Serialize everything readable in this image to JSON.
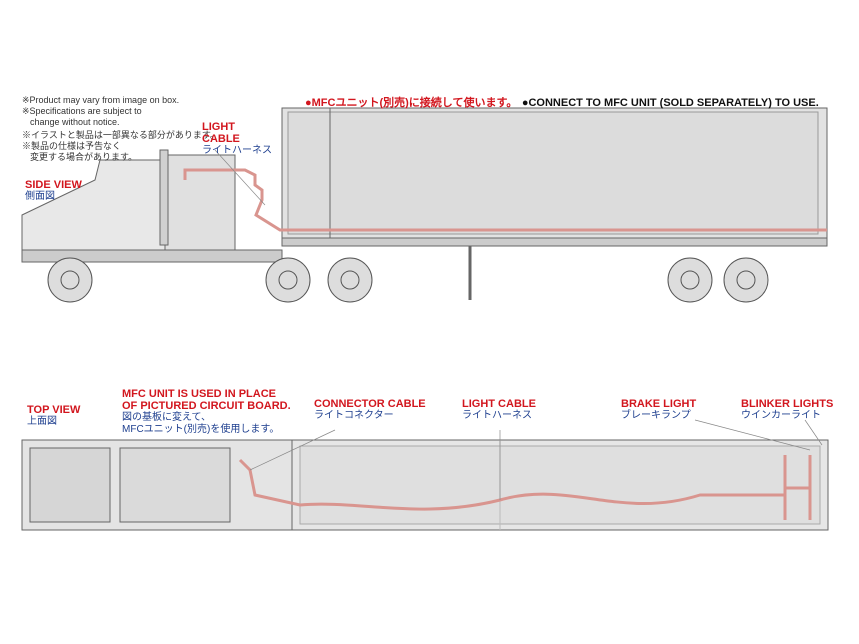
{
  "notes": [
    "※Product may vary from image on box.",
    "※Specifications are subject to",
    "change without notice.",
    "※イラストと製品は一部異なる部分があります。",
    "※製品の仕様は予告なく",
    "変更する場合があります。"
  ],
  "header": {
    "jp": "●MFCユニット(別売)に接続して使います。",
    "en": "●CONNECT TO MFC UNIT (SOLD SEPARATELY) TO USE."
  },
  "side_view": {
    "title_en": "SIDE VIEW",
    "title_jp": "側面図",
    "light_cable_en_1": "LIGHT",
    "light_cable_en_2": "CABLE",
    "light_cable_jp": "ライトハーネス"
  },
  "top_view": {
    "title_en": "TOP VIEW",
    "title_jp": "上面図",
    "mfc_en_1": "MFC UNIT IS USED IN PLACE",
    "mfc_en_2": "OF PICTURED CIRCUIT BOARD.",
    "mfc_jp_1": "図の基板に変えて、",
    "mfc_jp_2": "MFCユニット(別売)を使用します。",
    "connector_en": "CONNECTOR CABLE",
    "connector_jp": "ライトコネクター",
    "light_cable_en": "LIGHT CABLE",
    "light_cable_jp": "ライトハーネス",
    "brake_en": "BRAKE LIGHT",
    "brake_jp": "ブレーキランプ",
    "blinker_en": "BLINKER LIGHTS",
    "blinker_jp": "ウインカーライト"
  },
  "colors": {
    "label_red": "#d2161e",
    "label_blue": "#1e3f8f",
    "cable": "#e8a8a4"
  }
}
